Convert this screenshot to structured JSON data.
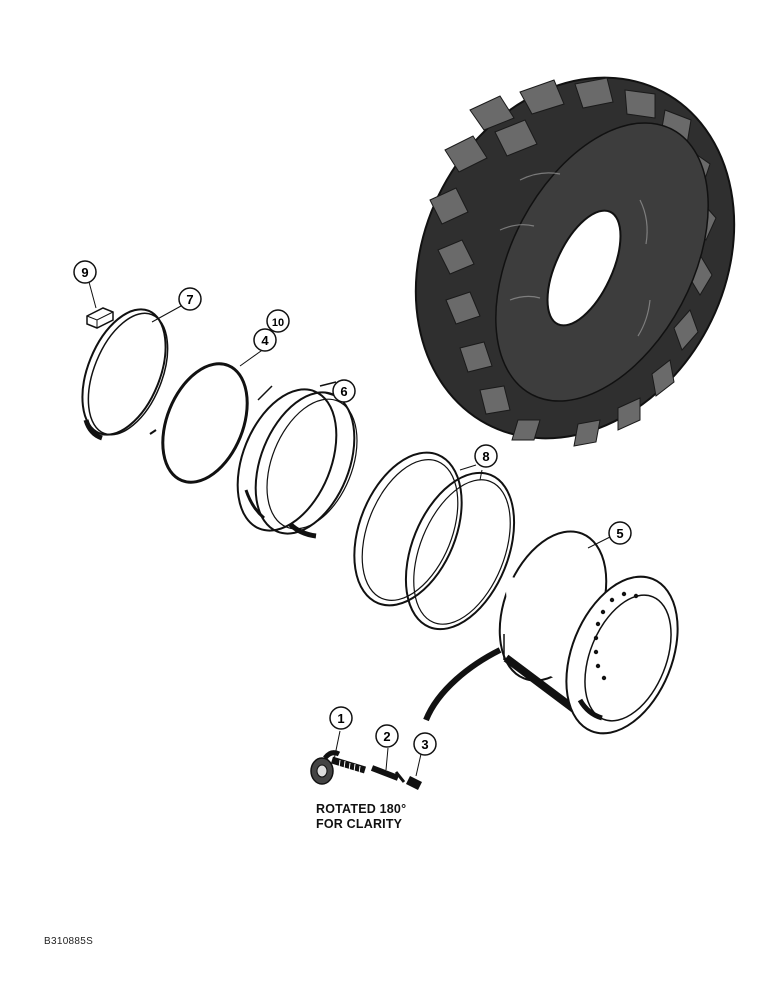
{
  "callouts": {
    "c1": "1",
    "c2": "2",
    "c3": "3",
    "c4": "4",
    "c5": "5",
    "c6": "6",
    "c7": "7",
    "c8": "8",
    "c9": "9",
    "c10": "10"
  },
  "note": {
    "line1": "ROTATED 180°",
    "line2": "FOR CLARITY"
  },
  "figure_id": "B310885S",
  "colors": {
    "ink": "#111111",
    "tire_fill": "#3a3a3a",
    "background": "#ffffff"
  }
}
